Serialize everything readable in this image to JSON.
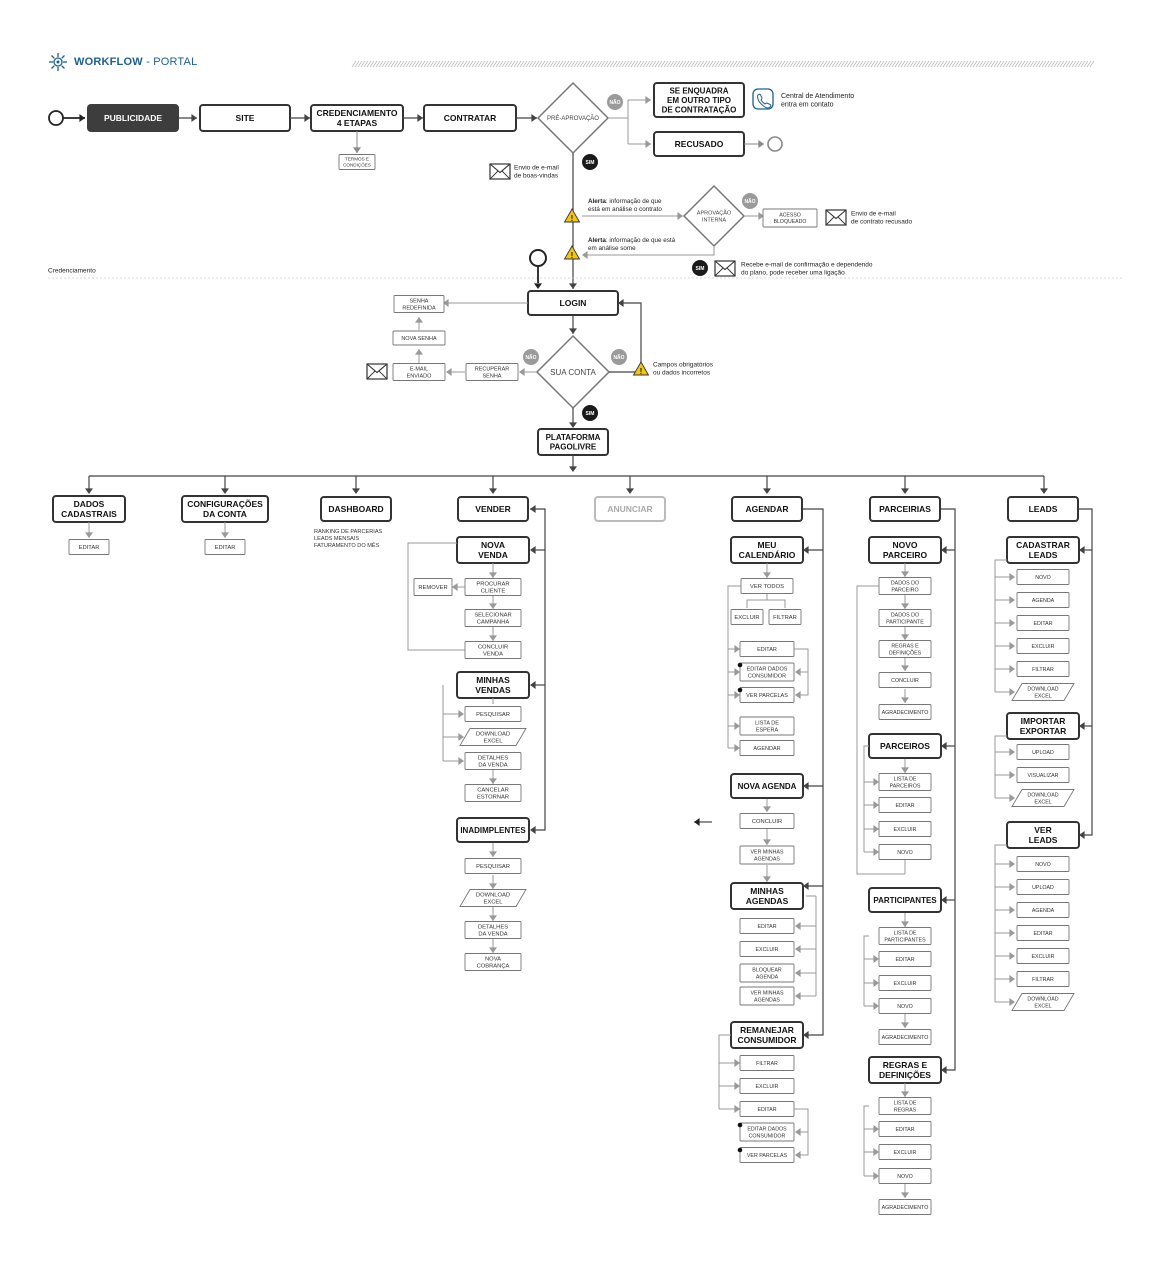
{
  "header": {
    "title_bold": "WORKFLOW",
    "title_rest": " - PORTAL",
    "icon": "workflow-gear-icon"
  },
  "colors": {
    "accent": "#1f5f8b",
    "dark_box": "#3d3d3d",
    "line": "#444444",
    "sub_line": "#999999",
    "warning": "#f2c318"
  },
  "section_label": "Credenciamento",
  "top_flow": {
    "publicidade": "PUBLICIDADE",
    "site": "SITE",
    "credenciamento": [
      "CREDENCIAMENTO",
      "4 ETAPAS"
    ],
    "termos": [
      "TERMOS E",
      "CONDIÇÕES"
    ],
    "contratar": "CONTRATAR",
    "pre_aprovacao": "PRÉ-APROVAÇÃO",
    "nao": "NÃO",
    "sim": "SIM",
    "se_enquadra": [
      "SE ENQUADRA",
      "EM OUTRO TIPO",
      "DE CONTRATAÇÃO"
    ],
    "central": [
      "Central de Atendimento",
      "entra em contato"
    ],
    "recusado": "RECUSADO",
    "envio_boas_vindas": [
      "Envio de e-mail",
      "de boas-vindas"
    ],
    "alerta1": [
      "Alerta",
      ": informação de que",
      "está em análise o contrato"
    ],
    "aprovacao_interna": [
      "APROVAÇÃO",
      "INTERNA"
    ],
    "acesso_bloqueado": [
      "ACESSO",
      "BLOQUEADO"
    ],
    "envio_recusado": [
      "Envio de e-mail",
      "de contrato recusado"
    ],
    "alerta2": [
      "Alerta",
      ": informação de que está",
      "em análise some"
    ],
    "recebe_email": [
      "Recebe e-mail de confirmação e dependendo",
      "do plano, pode receber uma ligação"
    ]
  },
  "login_flow": {
    "login": "LOGIN",
    "senha_redefinida": [
      "SENHA",
      "REDEFINIDA"
    ],
    "nova_senha": "NOVA SENHA",
    "email_enviado": [
      "E-MAIL",
      "ENVIADO"
    ],
    "recuperar_senha": [
      "RECUPERAR",
      "SENHA"
    ],
    "sua_conta": "SUA CONTA",
    "campos": [
      "Campos obrigatórios",
      "ou dados incorretos"
    ],
    "plataforma": [
      "PLATAFORMA",
      "PAGOLIVRE"
    ]
  },
  "modules": {
    "dados_cadastrais": {
      "title": [
        "DADOS",
        "CADASTRAIS"
      ],
      "items": [
        "EDITAR"
      ]
    },
    "configuracoes": {
      "title": [
        "CONFIGURAÇÕES",
        "DA CONTA"
      ],
      "items": [
        "EDITAR"
      ]
    },
    "dashboard": {
      "title": [
        "DASHBOARD"
      ],
      "notes": [
        "RANKING DE PARCERIAS",
        "LEADS MENSAIS",
        "FATURAMENTO DO MÊS"
      ]
    },
    "vender": {
      "title": "VENDER",
      "nova_venda": [
        "NOVA",
        "VENDA"
      ],
      "remover": "REMOVER",
      "nova_venda_items": [
        [
          "PROCURAR",
          "CLIENTE"
        ],
        [
          "SELECIONAR",
          "CAMPANHA"
        ],
        [
          "CONCLUIR",
          "VENDA"
        ]
      ],
      "minhas_vendas": [
        "MINHAS",
        "VENDAS"
      ],
      "minhas_vendas_items": [
        [
          "PESQUISAR"
        ],
        [
          "DOWNLOAD",
          "EXCEL"
        ],
        [
          "DETALHES",
          "DA VENDA"
        ],
        [
          "CANCELAR",
          "ESTORNAR"
        ]
      ],
      "inadimplentes": "INADIMPLENTES",
      "inadimplentes_items": [
        [
          "PESQUISAR"
        ],
        [
          "DOWNLOAD",
          "EXCEL"
        ],
        [
          "DETALHES",
          "DA VENDA"
        ],
        [
          "NOVA",
          "COBRANÇA"
        ]
      ]
    },
    "anunciar": {
      "title": "ANUNCIAR"
    },
    "agendar": {
      "title": "AGENDAR",
      "meu_calendario": [
        "MEU",
        "CALENDÁRIO"
      ],
      "ver_todos": "VER TODOS",
      "excluir": "EXCLUIR",
      "filtrar": "FILTRAR",
      "cal_items": [
        [
          "EDITAR"
        ],
        [
          "EDITAR DADOS",
          "CONSUMIDOR"
        ],
        [
          "VER PARCELAS"
        ],
        [
          "LISTA DE",
          "ESPERA"
        ],
        [
          "AGENDAR"
        ]
      ],
      "nova_agenda": "NOVA AGENDA",
      "nova_agenda_items": [
        [
          "CONCLUIR"
        ],
        [
          "VER MINHAS",
          "AGENDAS"
        ]
      ],
      "minhas_agendas": [
        "MINHAS",
        "AGENDAS"
      ],
      "minhas_agendas_items": [
        [
          "EDITAR"
        ],
        [
          "EXCLUIR"
        ],
        [
          "BLOQUEAR",
          "AGENDA"
        ],
        [
          "VER MINHAS",
          "AGENDAS"
        ]
      ],
      "remanejar": [
        "REMANEJAR",
        "CONSUMIDOR"
      ],
      "remanejar_items": [
        [
          "FILTRAR"
        ],
        [
          "EXCLUIR"
        ],
        [
          "EDITAR"
        ],
        [
          "EDITAR DADOS",
          "CONSUMIDOR"
        ],
        [
          "VER PARCELAS"
        ]
      ]
    },
    "parceirias": {
      "title": "PARCEIRIAS",
      "novo_parceiro": [
        "NOVO",
        "PARCEIRO"
      ],
      "novo_parceiro_items": [
        [
          "DADOS DO",
          "PARCEIRO"
        ],
        [
          "DADOS DO",
          "PARTICIPANTE"
        ],
        [
          "REGRAS E",
          "DEFINIÇÕES"
        ],
        [
          "CONCLUIR"
        ],
        [
          "AGRADECIMENTO"
        ]
      ],
      "parceiros": "PARCEIROS",
      "parceiros_items": [
        [
          "LISTA DE",
          "PARCEIROS"
        ],
        [
          "EDITAR"
        ],
        [
          "EXCLUIR"
        ],
        [
          "NOVO"
        ]
      ],
      "participantes": "PARTICIPANTES",
      "participantes_items": [
        [
          "LISTA DE",
          "PARTICIPANTES"
        ],
        [
          "EDITAR"
        ],
        [
          "EXCLUIR"
        ],
        [
          "NOVO"
        ],
        [
          "AGRADECIMENTO"
        ]
      ],
      "regras": [
        "REGRAS E",
        "DEFINIÇÕES"
      ],
      "regras_items": [
        [
          "LISTA DE",
          "REGRAS"
        ],
        [
          "EDITAR"
        ],
        [
          "EXCLUIR"
        ],
        [
          "NOVO"
        ],
        [
          "AGRADECIMENTO"
        ]
      ]
    },
    "leads": {
      "title": "LEADS",
      "cadastrar": [
        "CADASTRAR",
        "LEADS"
      ],
      "cadastrar_items": [
        [
          "NOVO"
        ],
        [
          "AGENDA"
        ],
        [
          "EDITAR"
        ],
        [
          "EXCLUIR"
        ],
        [
          "FILTRAR"
        ],
        [
          "DOWNLOAD",
          "EXCEL"
        ]
      ],
      "importar": [
        "IMPORTAR",
        "EXPORTAR"
      ],
      "importar_items": [
        [
          "UPLOAD"
        ],
        [
          "VISUALIZAR"
        ],
        [
          "DOWNLOAD",
          "EXCEL"
        ]
      ],
      "ver_leads": [
        "VER",
        "LEADS"
      ],
      "ver_leads_items": [
        [
          "NOVO"
        ],
        [
          "UPLOAD"
        ],
        [
          "AGENDA"
        ],
        [
          "EDITAR"
        ],
        [
          "EXCLUIR"
        ],
        [
          "FILTRAR"
        ],
        [
          "DOWNLOAD",
          "EXCEL"
        ]
      ]
    }
  }
}
